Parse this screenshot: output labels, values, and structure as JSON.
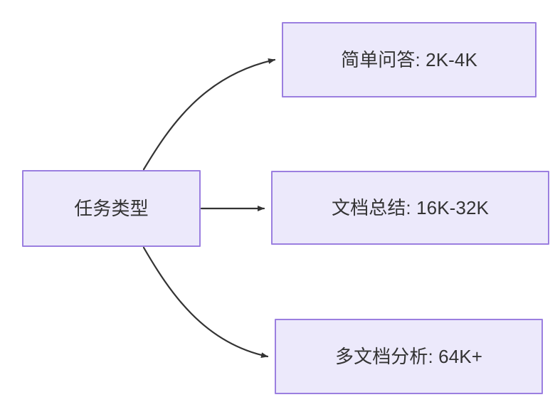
{
  "diagram": {
    "type": "flowchart",
    "orientation": "left-to-right",
    "background_color": "#ffffff",
    "node_fill_color": "#ece9fb",
    "node_border_color": "#9b7fe0",
    "text_color": "#333333",
    "edge_color": "#333333",
    "nodes": [
      {
        "id": "source",
        "label": "任务类型",
        "role": "root"
      },
      {
        "id": "simple-qa",
        "label": "简单问答: 2K-4K",
        "role": "leaf"
      },
      {
        "id": "doc-summary",
        "label": "文档总结: 16K-32K",
        "role": "leaf"
      },
      {
        "id": "multi-doc",
        "label": "多文档分析: 64K+",
        "role": "leaf"
      }
    ],
    "edges": [
      {
        "id": "edge-source-simple-qa",
        "from": "source",
        "to": "simple-qa",
        "style": "curved",
        "arrow": "arrowhead-filled",
        "label": ""
      },
      {
        "id": "edge-source-doc-summary",
        "from": "source",
        "to": "doc-summary",
        "style": "straight",
        "arrow": "arrowhead-filled",
        "label": ""
      },
      {
        "id": "edge-source-multi-doc",
        "from": "source",
        "to": "multi-doc",
        "style": "curved",
        "arrow": "arrowhead-filled",
        "label": ""
      }
    ]
  }
}
